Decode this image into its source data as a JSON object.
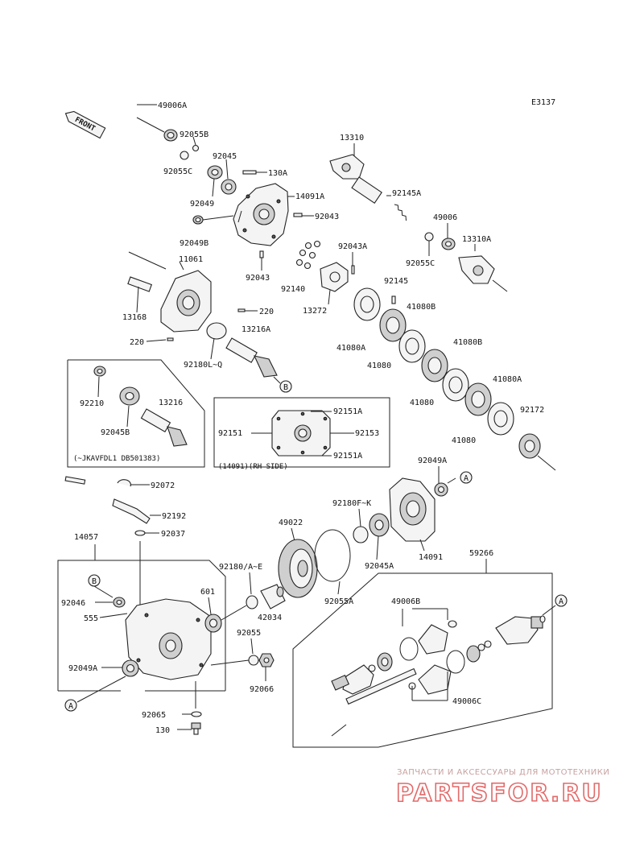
{
  "figure_code": "E3137",
  "front_label": "FRONT",
  "labels": {
    "p49006A": "49006A",
    "p92055B": "92055B",
    "p92045": "92045",
    "p130A": "130A",
    "p92055C_top": "92055C",
    "p14091A": "14091A",
    "p92049": "92049",
    "p92043_r": "92043",
    "p92049B": "92049B",
    "p92043_b": "92043",
    "p13310": "13310",
    "p92145A": "92145A",
    "p49006": "49006",
    "p13310A": "13310A",
    "p92055C_mid": "92055C",
    "p92043A": "92043A",
    "p92140": "92140",
    "p92145": "92145",
    "p13272": "13272",
    "p41080B_1": "41080B",
    "p41080A_1": "41080A",
    "p41080_1": "41080",
    "p41080B_2": "41080B",
    "p41080_2": "41080",
    "p41080A_2": "41080A",
    "p92172": "92172",
    "p41080_3": "41080",
    "p11061": "11061",
    "p13168": "13168",
    "p220_r": "220",
    "p220_l": "220",
    "p13216A": "13216A",
    "p92180LQ": "92180L~Q",
    "p92210": "92210",
    "p13216": "13216",
    "p92045B": "92045B",
    "inset_left_note": "(~JKAVFDL1 DB501383)",
    "p92151A_top": "92151A",
    "p92151": "92151",
    "p92153": "92153",
    "p92151A_bot": "92151A",
    "inset_right_note": "(14091)(RH SIDE)",
    "p92049A": "92049A",
    "p92072": "92072",
    "p92192": "92192",
    "p92037": "92037",
    "p14057": "14057",
    "p49022": "49022",
    "p92180FK": "92180F~K",
    "p14091": "14091",
    "p92045A": "92045A",
    "p59266": "59266",
    "p92180AE": "92180/A~E",
    "p601": "601",
    "p42034": "42034",
    "p92055A": "92055A",
    "p49006B": "49006B",
    "p92046": "92046",
    "p555": "555",
    "p92055": "92055",
    "p92049A_low": "92049A",
    "p92066": "92066",
    "p92065": "92065",
    "p130": "130",
    "p49006C": "49006C",
    "ref_A": "A",
    "ref_B": "B"
  },
  "watermark": {
    "tagline": "ЗАПЧАСТИ И АКСЕССУАРЫ ДЛЯ МОТОТЕХНИКИ",
    "brand": "PARTSFOR.RU"
  }
}
